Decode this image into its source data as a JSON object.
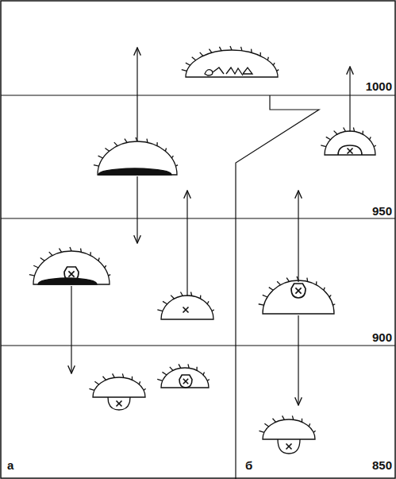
{
  "diagram": {
    "labels": [
      "1000",
      "950",
      "900",
      "850",
      "а",
      "б"
    ]
  }
}
